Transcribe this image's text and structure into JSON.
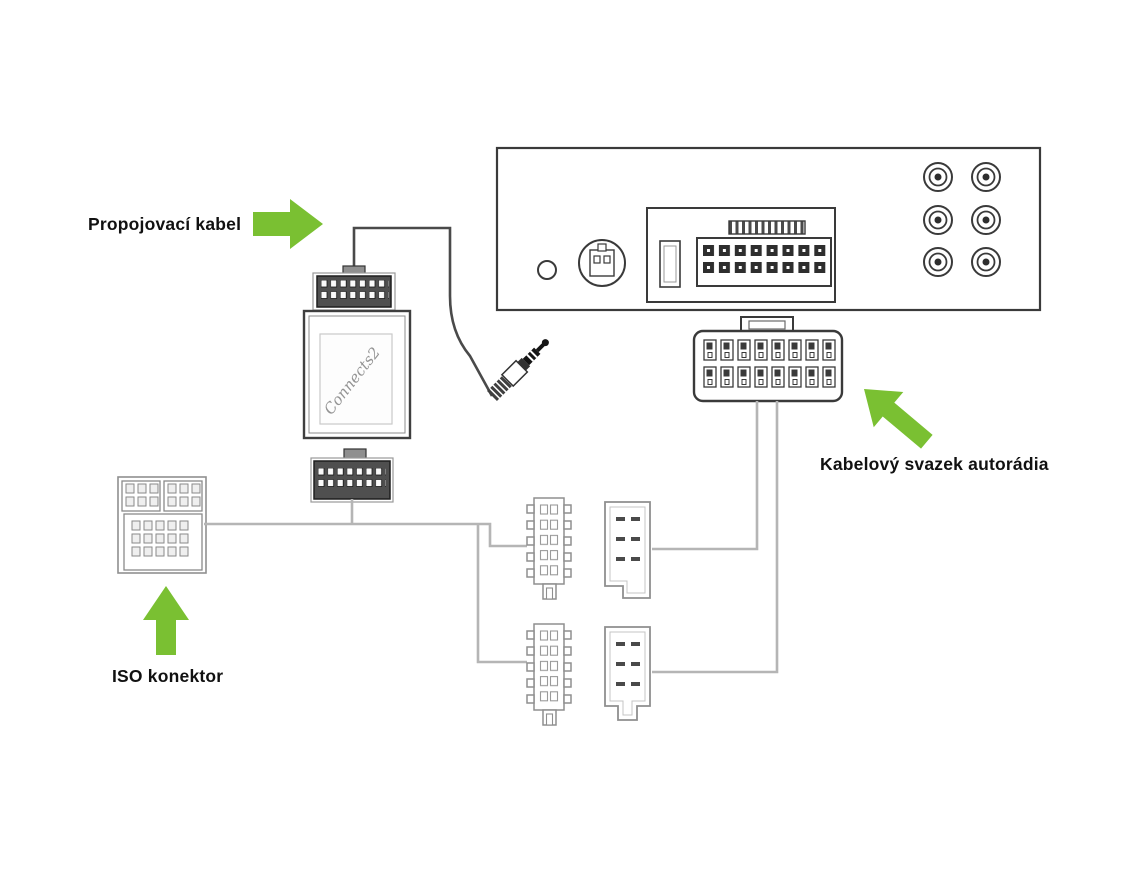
{
  "labels": {
    "cable": "Propojovací kabel",
    "harness": "Kabelový svazek autorádia",
    "iso": "ISO konektor"
  },
  "adapter": {
    "brand": "Connects2"
  },
  "colors": {
    "arrow_green": "#7ac032",
    "line_dark": "#4a4a4a",
    "wire_gray": "#b5b5b5"
  }
}
